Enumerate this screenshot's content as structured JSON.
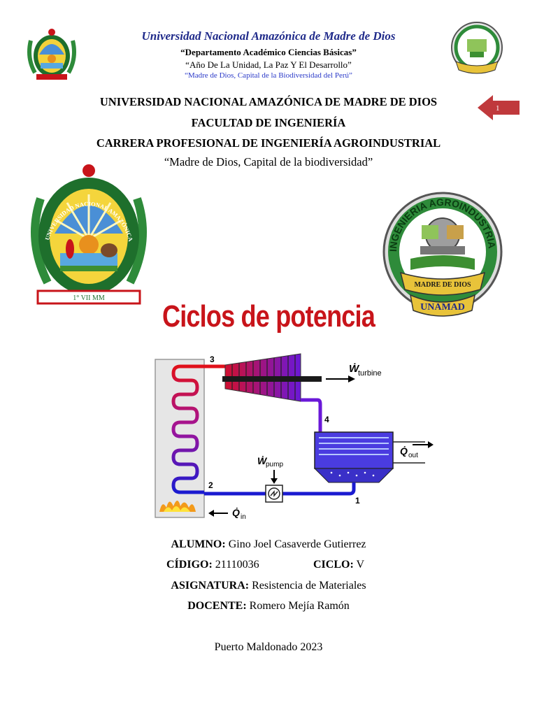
{
  "header": {
    "university": "Universidad Nacional Amazónica de Madre de Dios",
    "department": "“Departamento Académico Ciencias Básicas”",
    "year_motto": "“Año De La Unidad, La Paz Y El Desarrollo”",
    "region_motto": "“Madre de Dios, Capital de la Biodiversidad del Perú”"
  },
  "page_number": "1",
  "titles": {
    "university": "UNIVERSIDAD NACIONAL AMAZÓNICA DE MADRE DE DIOS",
    "faculty": "FACULTAD DE INGENIERÍA",
    "career": "CARRERA PROFESIONAL DE INGENIERÍA AGROINDUSTRIAL",
    "motto": "“Madre de Dios, Capital de la biodiversidad”"
  },
  "seal_left": {
    "ring_text": "UNIVERSIDAD NACIONAL AMAZÓNICA DE MADRE DE DIOS",
    "ribbon": "1° VII MM"
  },
  "seal_right": {
    "ring_text": "INGENIERIA AGROINDUSTRIAL",
    "inner_banner": "MADRE DE DIOS",
    "ribbon": "UNAMAD"
  },
  "main_title": "Ciclos de potencia",
  "diagram": {
    "label_3": "3",
    "label_4": "4",
    "label_2": "2",
    "label_1": "1",
    "w_turbine": "turbine",
    "w_pump": "pump",
    "q_out": "out",
    "q_in": "in"
  },
  "info": {
    "student_label": "ALUMNO:",
    "student": "Gino Joel Casaverde Gutierrez",
    "code_label": "CÍDIGO:",
    "code": "21110036",
    "cycle_label": "CICLO:",
    "cycle": "V",
    "subject_label": "ASIGNATURA:",
    "subject": "Resistencia de Materiales",
    "teacher_label": "DOCENTE:",
    "teacher": "Romero Mejía Ramón"
  },
  "place_year": "Puerto Maldonado 2023",
  "colors": {
    "title_red": "#c8141a",
    "header_blue": "#1f2a8a",
    "motto_blue": "#2a39c8"
  }
}
